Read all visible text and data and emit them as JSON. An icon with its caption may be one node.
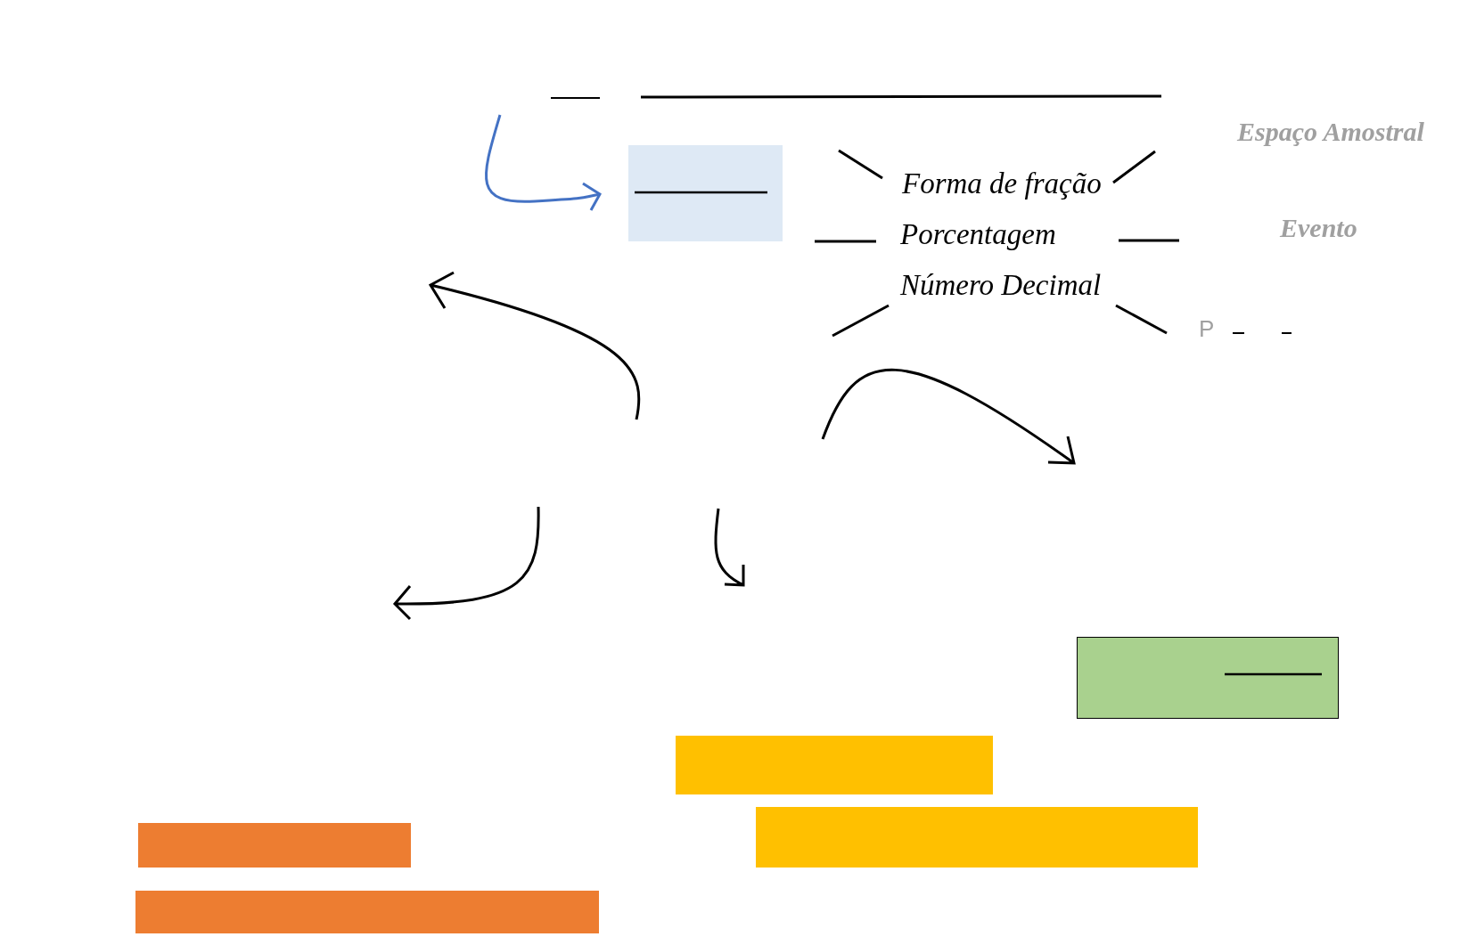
{
  "diagram": {
    "nodes": [
      {
        "text": [],
        "shape": "box"
      },
      {
        "text": [],
        "shape": "box"
      },
      {
        "text": [],
        "shape": "box"
      },
      {
        "text": [],
        "shape": "box"
      },
      {
        "text": [],
        "shape": "box"
      },
      {
        "text": [],
        "shape": "box"
      }
    ],
    "labels": [
      "Forma de fração",
      "Porcentagem",
      "Número Decimal",
      "Espaço Amostral",
      "Evento",
      "P"
    ]
  }
}
